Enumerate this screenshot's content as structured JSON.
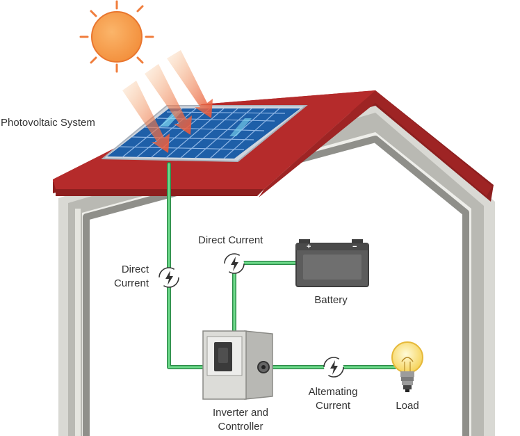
{
  "diagram": {
    "title": "Photovoltaic System",
    "labels": {
      "dc_vertical_line1": "Direct",
      "dc_vertical_line2": "Current",
      "dc_battery": "Direct Current",
      "battery": "Battery",
      "inverter_line1": "Inverter and",
      "inverter_line2": "Controller",
      "ac_line1": "Altemating",
      "ac_line2": "Current",
      "load": "Load"
    },
    "battery_terminals": {
      "positive": "+",
      "negative": "−"
    },
    "colors": {
      "sun": "#f6a04d",
      "sun_rays": "#f07d3c",
      "roof": "#b52b2b",
      "roof_dark": "#8d1f1f",
      "panel": "#1e5fa8",
      "wire": "#4cc26c",
      "wall": "#d8d8d3",
      "battery": "#5c5c5c",
      "inverter": "#d9d9d6"
    }
  }
}
